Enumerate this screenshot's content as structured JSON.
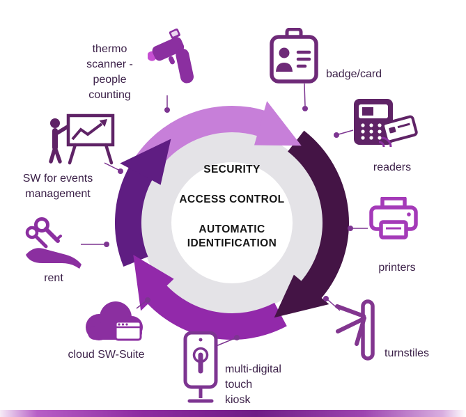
{
  "center": {
    "line1": "SECURITY",
    "line2": "ACCESS CONTROL",
    "line3": "AUTOMATIC\nIDENTIFICATION"
  },
  "items": [
    {
      "id": "thermo-scanner",
      "label": "thermo\nscanner -\npeople\ncounting",
      "icon": "thermo-scanner-icon"
    },
    {
      "id": "badge-card",
      "label": "badge/card",
      "icon": "badge-card-icon"
    },
    {
      "id": "readers",
      "label": "readers",
      "icon": "card-reader-icon"
    },
    {
      "id": "printers",
      "label": "printers",
      "icon": "printer-icon"
    },
    {
      "id": "turnstiles",
      "label": "turnstiles",
      "icon": "turnstile-icon"
    },
    {
      "id": "multi-digital-touch-kiosk",
      "label": "multi-digital\ntouch\nkiosk",
      "icon": "touch-kiosk-icon"
    },
    {
      "id": "cloud-sw-suite",
      "label": "cloud SW-Suite",
      "icon": "cloud-icon"
    },
    {
      "id": "rent",
      "label": "rent",
      "icon": "hand-keys-icon"
    },
    {
      "id": "sw-events",
      "label": "SW for events\nmanagement",
      "icon": "presenter-chart-icon"
    }
  ],
  "colors": {
    "arc_lilac": "#c77fd9",
    "arc_dark_plum": "#441445",
    "arc_bright_purple": "#9229aa",
    "arc_violet": "#5f1d82",
    "ring_gray": "#e4e3e7",
    "icon_purple": "#8b2fa0",
    "icon_dark": "#5f2366",
    "accent_magenta": "#c64fd2",
    "label_text": "#3a1f47"
  }
}
